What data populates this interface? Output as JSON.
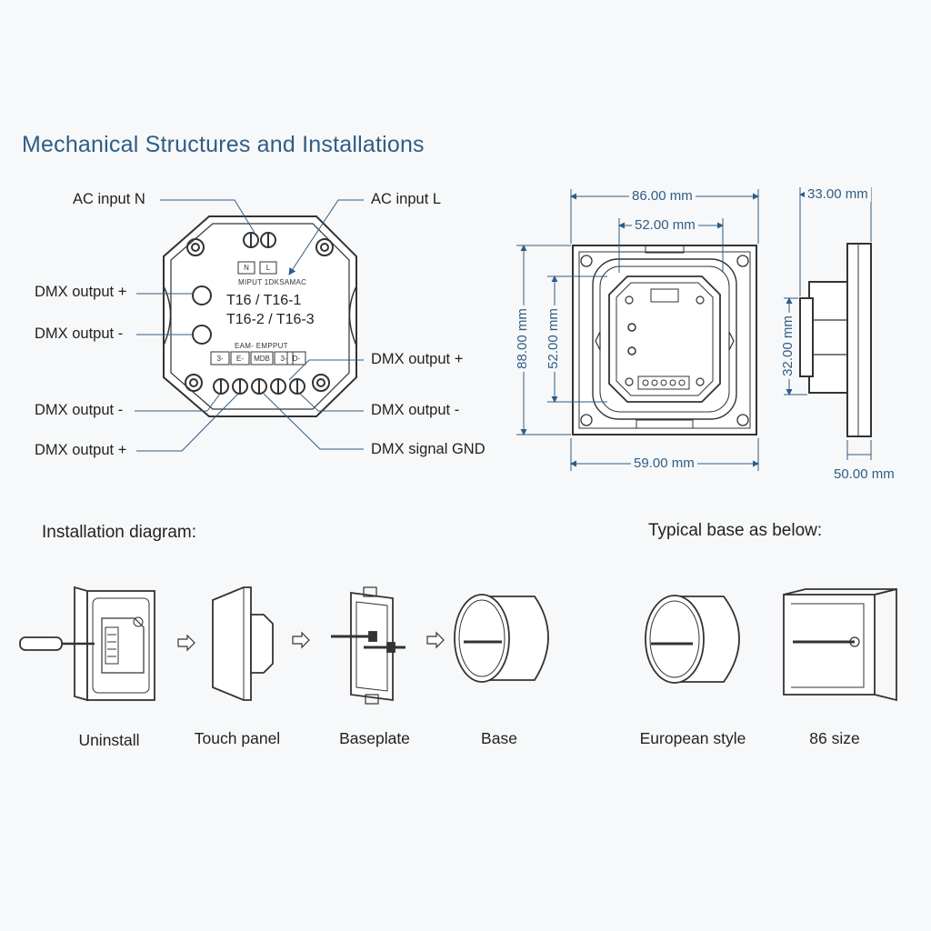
{
  "title": "Mechanical Structures and Installations",
  "wiring": {
    "ac_n": "AC input N",
    "ac_l": "AC input  L",
    "dmx_out_pos_1": "DMX output +",
    "dmx_out_neg_1": "DMX output -",
    "dmx_out_neg_2": "DMX output -",
    "dmx_out_pos_2": "DMX output +",
    "dmx_out_pos_3": "DMX output +",
    "dmx_out_neg_3": "DMX output -",
    "dmx_gnd": "DMX signal GND"
  },
  "device": {
    "input_label": "MIPUT  1DKSAMAC",
    "input_box_1": "N",
    "input_box_2": "L",
    "model_line_1": "T16    / T16-1",
    "model_line_2": "T16-2 / T16-3",
    "output_label": "EAM- EMPPUT",
    "terminals": [
      "3-",
      "E-",
      "MDB",
      "3-",
      "D-"
    ]
  },
  "dimensions": {
    "width_outer": "86.00 mm",
    "width_inner": "52.00 mm",
    "depth_top": "33.00 mm",
    "height_outer": "88.00 mm",
    "height_inner": "52.00 mm",
    "side_height": "32.00 mm",
    "width_bottom": "59.00 mm",
    "depth_bottom": "50.00 mm"
  },
  "installation": {
    "heading": "Installation diagram:",
    "steps": [
      "Uninstall",
      "Touch panel",
      "Baseplate",
      "Base"
    ]
  },
  "bases": {
    "heading": "Typical base as below:",
    "items": [
      "European style",
      "86 size"
    ]
  }
}
